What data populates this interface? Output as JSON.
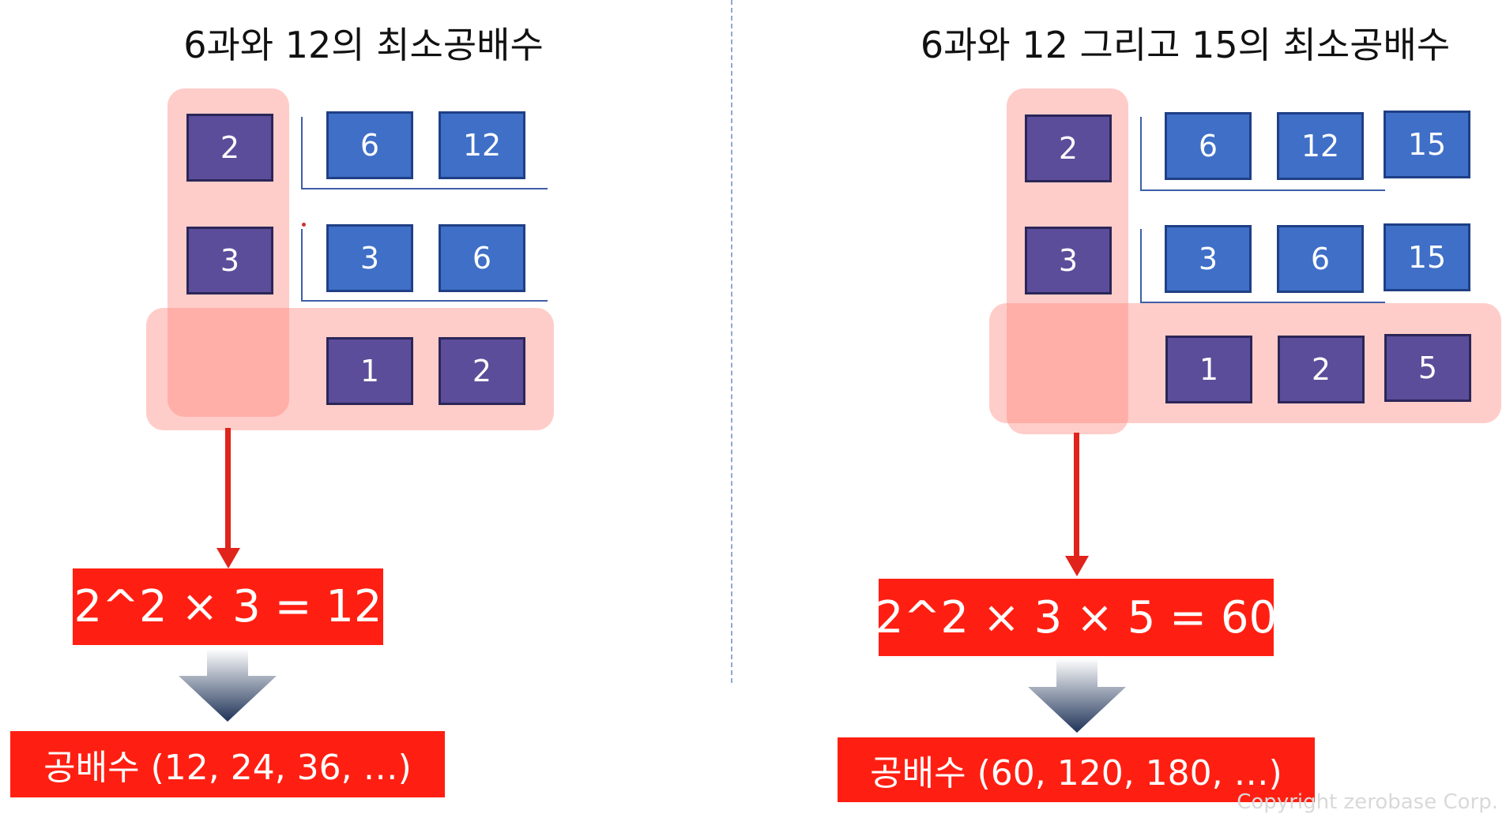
{
  "left_panel": {
    "title": "6과와 12의 최소공배수",
    "divisors": [
      "2",
      "3"
    ],
    "rows": [
      [
        "6",
        "12"
      ],
      [
        "3",
        "6"
      ],
      [
        "1",
        "2"
      ]
    ],
    "result": "2^2 × 3 = 12",
    "multiples": "공배수 (12, 24, 36, …)"
  },
  "right_panel": {
    "title": "6과와 12 그리고 15의 최소공배수",
    "divisors": [
      "2",
      "3"
    ],
    "rows": [
      [
        "6",
        "12",
        "15"
      ],
      [
        "3",
        "6",
        "15"
      ],
      [
        "1",
        "2",
        "5"
      ]
    ],
    "result": "2^2 × 3 × 5 = 60",
    "multiples": "공배수 (60, 120, 180, …)"
  },
  "copyright": "Copyright zerobase Corp.",
  "colors": {
    "blue_box": "#3f6fc7",
    "purple_box": "#5c4d9a",
    "highlight": "#ff8278",
    "result_red": "#ff1f12",
    "arrow_red": "#e0241b"
  },
  "icons": {
    "flow_arrow": "down-arrow-icon",
    "gradient_arrow": "gray-down-arrow-icon"
  }
}
